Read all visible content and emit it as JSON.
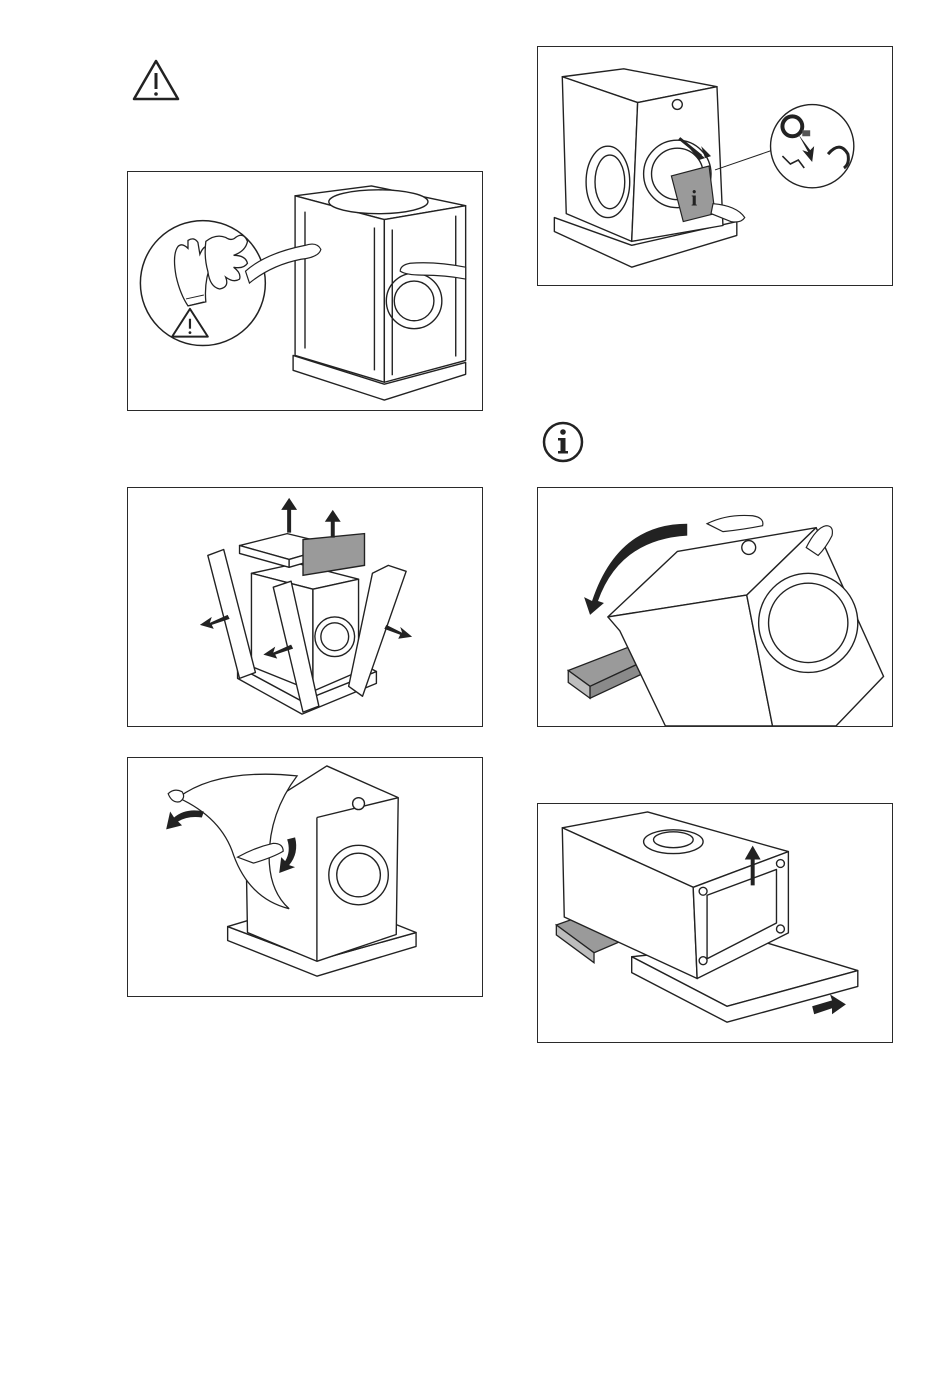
{
  "page": {
    "warning_icon": "warning-triangle-icon",
    "info_icon": "info-icon"
  },
  "figures": [
    {
      "id": "unpack-cover-with-gloves",
      "icons": [
        "gloves-icon",
        "warning-triangle-icon"
      ]
    },
    {
      "id": "remove-top-and-corner-protectors",
      "icons": [
        "arrow-icon"
      ]
    },
    {
      "id": "pull-off-plastic-bag",
      "icons": [
        "arrow-icon"
      ]
    },
    {
      "id": "take-out-accessories-from-drum",
      "icons": [
        "info-booklet-icon",
        "hose-icon"
      ]
    },
    {
      "id": "tilt-appliance-backwards",
      "icons": [
        "curved-arrow-icon"
      ]
    },
    {
      "id": "remove-base-packaging",
      "icons": [
        "arrow-icon"
      ]
    }
  ]
}
